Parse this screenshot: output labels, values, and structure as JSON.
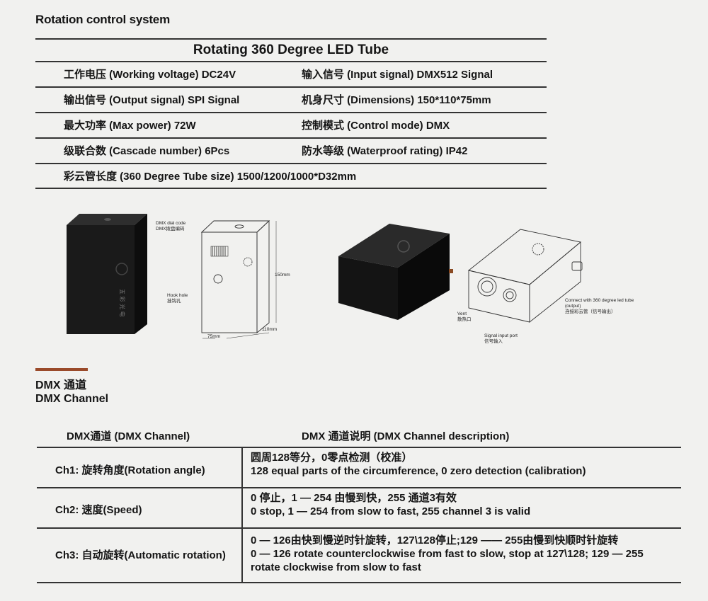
{
  "header": {
    "title": "Rotation control system"
  },
  "spec": {
    "title": "Rotating 360 Degree LED Tube",
    "rows": [
      {
        "left": "工作电压 (Working voltage)  DC24V",
        "right": "输入信号 (Input signal)  DMX512 Signal"
      },
      {
        "left": "输出信号 (Output signal)  SPI Signal",
        "right": "机身尺寸 (Dimensions)  150*110*75mm"
      },
      {
        "left": "最大功率 (Max power)  72W",
        "right": "控制模式 (Control mode)  DMX"
      },
      {
        "left": "级联合数 (Cascade number)  6Pcs",
        "right": "防水等级 (Waterproof rating)  IP42"
      },
      {
        "left": "彩云管长度 (360 Degree Tube size)  1500/1200/1000*D32mm",
        "right": ""
      }
    ]
  },
  "images": {
    "dmx_dial": "DMX dial code",
    "dmx_dial_cn": "DMX拨盘编码",
    "hook_hole": "Hook hole",
    "hook_hole_cn": "挂钩孔",
    "dim_height": "150mm",
    "dim_depth": "75mm",
    "dim_width": "110mm",
    "vent": "Vent",
    "vent_cn": "散热口",
    "signal_input": "Signal input port",
    "signal_input_cn": "信号输入",
    "connect": "Connect with 360 degree led tube",
    "connect_sub": "(output)",
    "connect_cn": "连接彩云管（信号输出）",
    "brand_glyphs": "五 彩 光 电"
  },
  "section": {
    "accent_color": "#9a4a2a",
    "title_cn": "DMX 通道",
    "title_en": "DMX Channel"
  },
  "channels": {
    "head_channel": "DMX通道 (DMX Channel)",
    "head_desc": "DMX 通道说明 (DMX Channel description)",
    "rows": [
      {
        "name": "Ch1: 旋转角度(Rotation angle)",
        "lines": [
          "圆周128等分，0零点检测（校准）",
          "128 equal parts of the circumference, 0 zero detection (calibration)"
        ]
      },
      {
        "name": "Ch2: 速度(Speed)",
        "lines": [
          "0 停止，1 — 254 由慢到快，255 通道3有效",
          "0 stop, 1 — 254 from slow to fast, 255 channel 3 is valid"
        ]
      },
      {
        "name": "Ch3: 自动旋转(Automatic rotation)",
        "lines": [
          "0 — 126由快到慢逆时针旋转，127\\128停止;129 —— 255由慢到快顺时针旋转",
          "0 — 126 rotate counterclockwise from fast to slow, stop at 127\\128; 129 — 255",
          "rotate clockwise from slow to fast"
        ]
      }
    ]
  }
}
